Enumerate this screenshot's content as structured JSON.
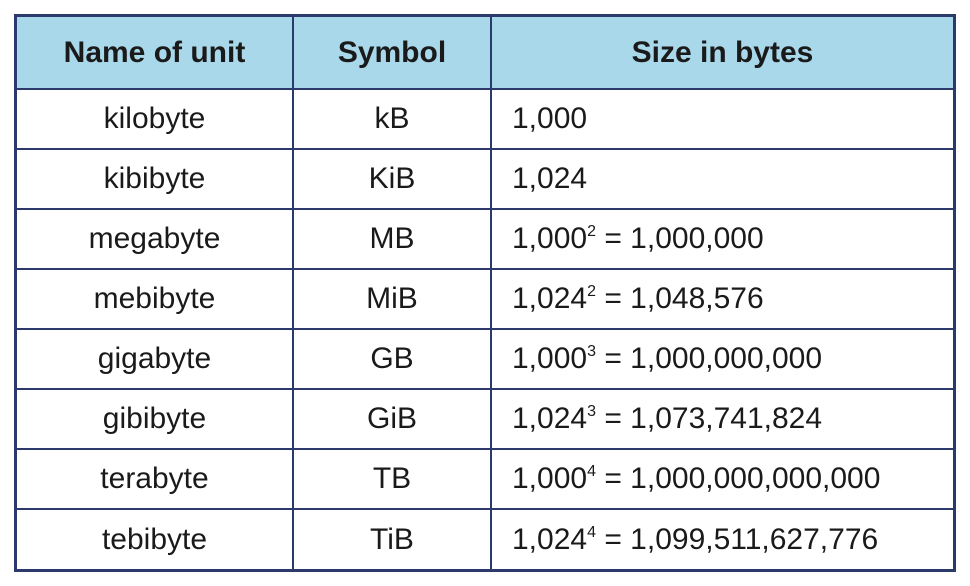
{
  "headers": {
    "name": "Name of unit",
    "symbol": "Symbol",
    "size": "Size in bytes"
  },
  "rows": [
    {
      "name": "kilobyte",
      "symbol": "kB",
      "base": "1,000",
      "exp": "",
      "result": ""
    },
    {
      "name": "kibibyte",
      "symbol": "KiB",
      "base": "1,024",
      "exp": "",
      "result": ""
    },
    {
      "name": "megabyte",
      "symbol": "MB",
      "base": "1,000",
      "exp": "2",
      "result": " = 1,000,000"
    },
    {
      "name": "mebibyte",
      "symbol": "MiB",
      "base": "1,024",
      "exp": "2",
      "result": " = 1,048,576"
    },
    {
      "name": "gigabyte",
      "symbol": "GB",
      "base": "1,000",
      "exp": "3",
      "result": " = 1,000,000,000"
    },
    {
      "name": "gibibyte",
      "symbol": "GiB",
      "base": "1,024",
      "exp": "3",
      "result": " = 1,073,741,824"
    },
    {
      "name": "terabyte",
      "symbol": "TB",
      "base": "1,000",
      "exp": "4",
      "result": " = 1,000,000,000,000"
    },
    {
      "name": "tebibyte",
      "symbol": "TiB",
      "base": "1,024",
      "exp": "4",
      "result": " = 1,099,511,627,776"
    }
  ],
  "colors": {
    "header_bg": "#a8d8ea",
    "border": "#2b3a6b"
  }
}
